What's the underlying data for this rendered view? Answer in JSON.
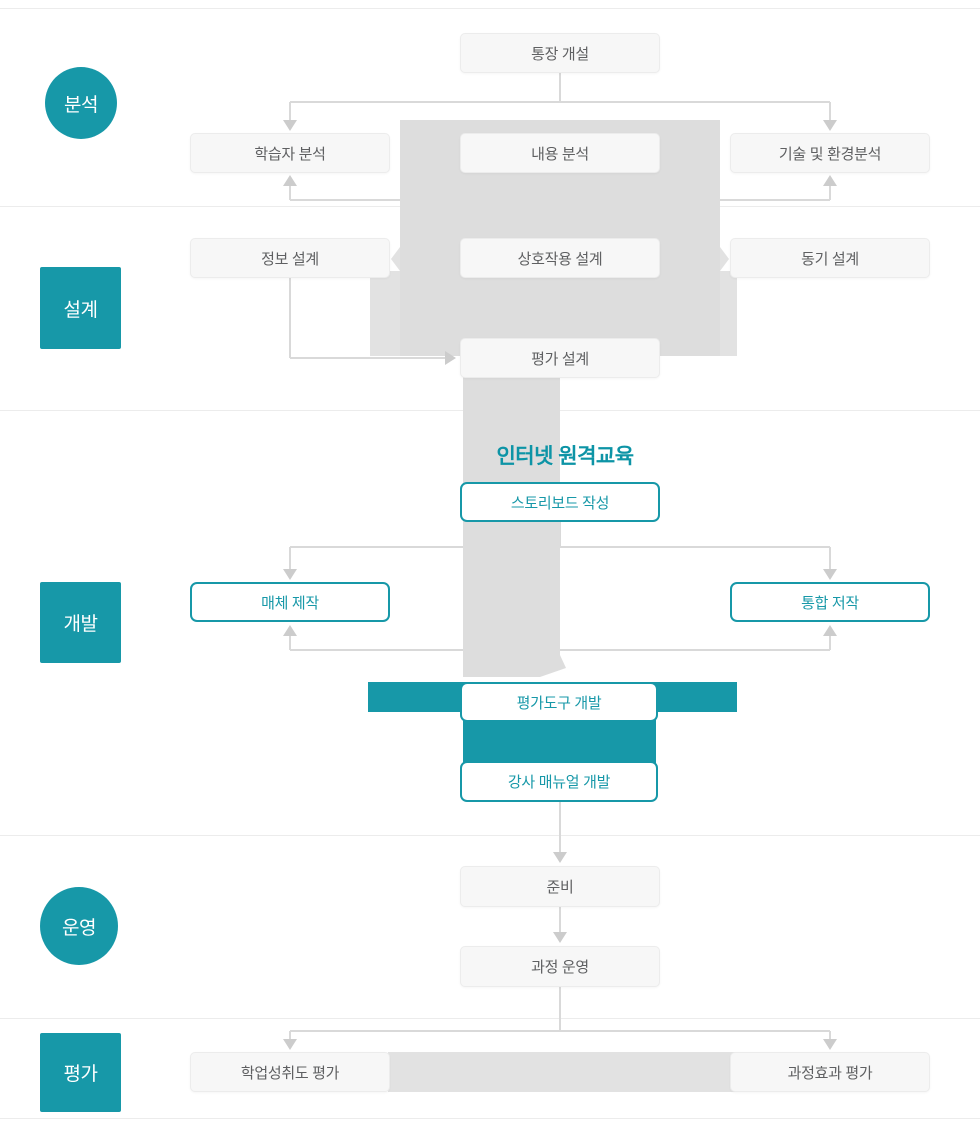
{
  "diagram_title": "인터넷 원격교육",
  "stages": [
    {
      "label": "분석",
      "shape": "circle"
    },
    {
      "label": "설계",
      "shape": "square"
    },
    {
      "label": "개발",
      "shape": "square"
    },
    {
      "label": "운영",
      "shape": "circle"
    },
    {
      "label": "평가",
      "shape": "square"
    }
  ],
  "flow": {
    "analysis": {
      "top": "통장 개설",
      "left": "학습자 분석",
      "center": "내용 분석",
      "right": "기술 및 환경분석"
    },
    "design": {
      "left": "정보 설계",
      "center": "상호작용 설계",
      "right": "동기 설계",
      "bottom": "평가 설계"
    },
    "development": {
      "title": "인터넷 원격교육",
      "storyboard": "스토리보드 작성",
      "left": "매체 제작",
      "right": "통합 저작",
      "eval_tool": "평가도구 개발",
      "manual": "강사 매뉴얼 개발"
    },
    "operation": {
      "prepare": "준비",
      "run": "과정 운영"
    },
    "evaluation": {
      "left": "학업성취도 평가",
      "right": "과정효과 평가"
    }
  },
  "colors": {
    "accent_teal": "#1798a8",
    "arrow_gray": "#dddddd",
    "flare_gray": "#e2e2e2",
    "line_gray": "#d9d9d9",
    "arrowhead_gray": "#cccccc",
    "node_gray_bg": "#f7f7f7",
    "node_text_gray": "#5f6062"
  }
}
